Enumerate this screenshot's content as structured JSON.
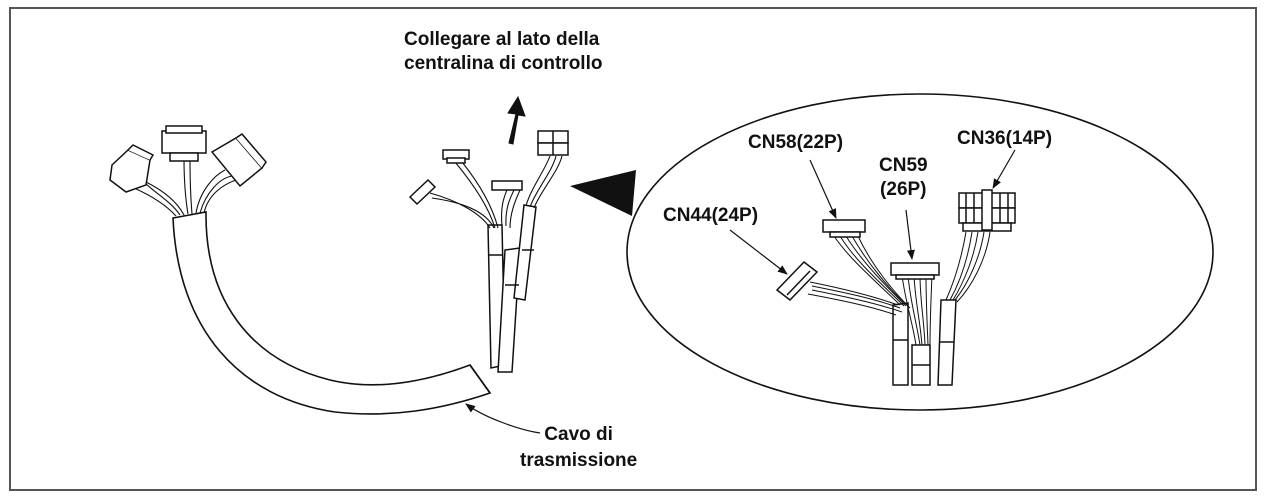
{
  "labels": {
    "connect_line1": "Collegare al lato della",
    "connect_line2": "centralina di controllo",
    "cable_line1": "Cavo di",
    "cable_line2": "trasmissione",
    "cn58": "CN58(22P)",
    "cn59_line1": "CN59",
    "cn59_line2": "(26P)",
    "cn36": "CN36(14P)",
    "cn44": "CN44(24P)"
  },
  "colors": {
    "line": "#111111",
    "frame": "#555555",
    "background": "#ffffff"
  }
}
